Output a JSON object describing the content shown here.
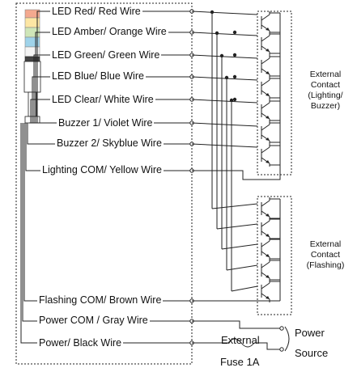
{
  "wires": [
    "LED Red/ Red Wire",
    "LED Amber/ Orange Wire",
    "LED Green/ Green Wire",
    "LED Blue/ Blue Wire",
    "LED Clear/ White Wire",
    "Buzzer 1/ Violet Wire",
    "Buzzer 2/ Skyblue Wire",
    "Lighting COM/ Yellow Wire",
    "Flashing COM/ Brown Wire",
    "Power COM / Gray Wire",
    "Power/ Black Wire"
  ],
  "contact_groups": {
    "lighting": [
      "External",
      "Contact",
      "(Lighting/",
      "Buzzer)"
    ],
    "flashing": [
      "External",
      "Contact",
      "(Flashing)"
    ]
  },
  "power": {
    "external": "External",
    "fuse": "Fuse 1A",
    "label_1": "Power",
    "label_2": "Source"
  },
  "colors": {
    "tower_red": "#f4a98f",
    "tower_amber": "#fde6a4",
    "tower_green": "#cfe6b8",
    "tower_blue": "#9fd3ea",
    "tower_clear": "#f4f4f4",
    "line": "#222222"
  }
}
